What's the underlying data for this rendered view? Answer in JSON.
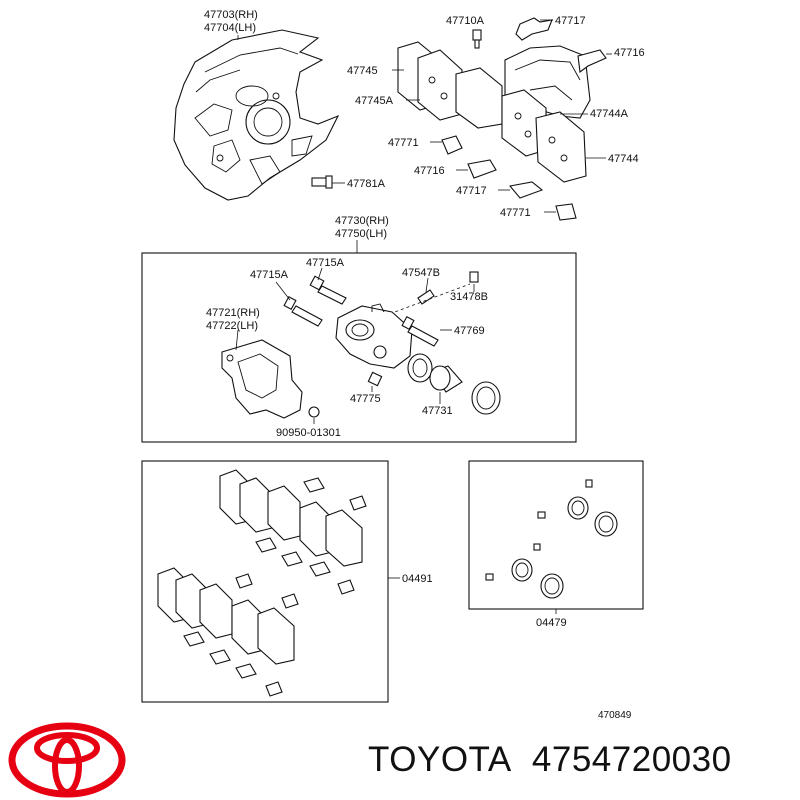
{
  "parts": {
    "splash_shield_rh": "47703(RH)",
    "splash_shield_lh": "47704(LH)",
    "bolt_47710a": "47710A",
    "clip_47717_top": "47717",
    "spring_47716_top": "47716",
    "pad_47745": "47745",
    "pad_47745a": "47745A",
    "pad_47744a": "47744A",
    "pad_47744": "47744",
    "shim_47771_top": "47771",
    "spring_47716_mid": "47716",
    "clip_47717_mid": "47717",
    "shim_47771_bottom": "47771",
    "bolt_47781a": "47781A",
    "caliper_rh": "47730(RH)",
    "caliper_lh": "47750(LH)",
    "pin_47715a_left": "47715A",
    "pin_47715a_right": "47715A",
    "bleeder_47547b": "47547B",
    "cap_31478b": "31478B",
    "bracket_rh": "47721(RH)",
    "bracket_lh": "47722(LH)",
    "pin_47769": "47769",
    "boot_47775": "47775",
    "piston_47731": "47731",
    "plug_9095001301": "90950-01301",
    "pad_kit_04491": "04491",
    "seal_kit_04479": "04479"
  },
  "figure_number": "470849",
  "brand": {
    "name": "TOYOTA",
    "part_number": "4754720030",
    "logo_color": "#e60012"
  }
}
